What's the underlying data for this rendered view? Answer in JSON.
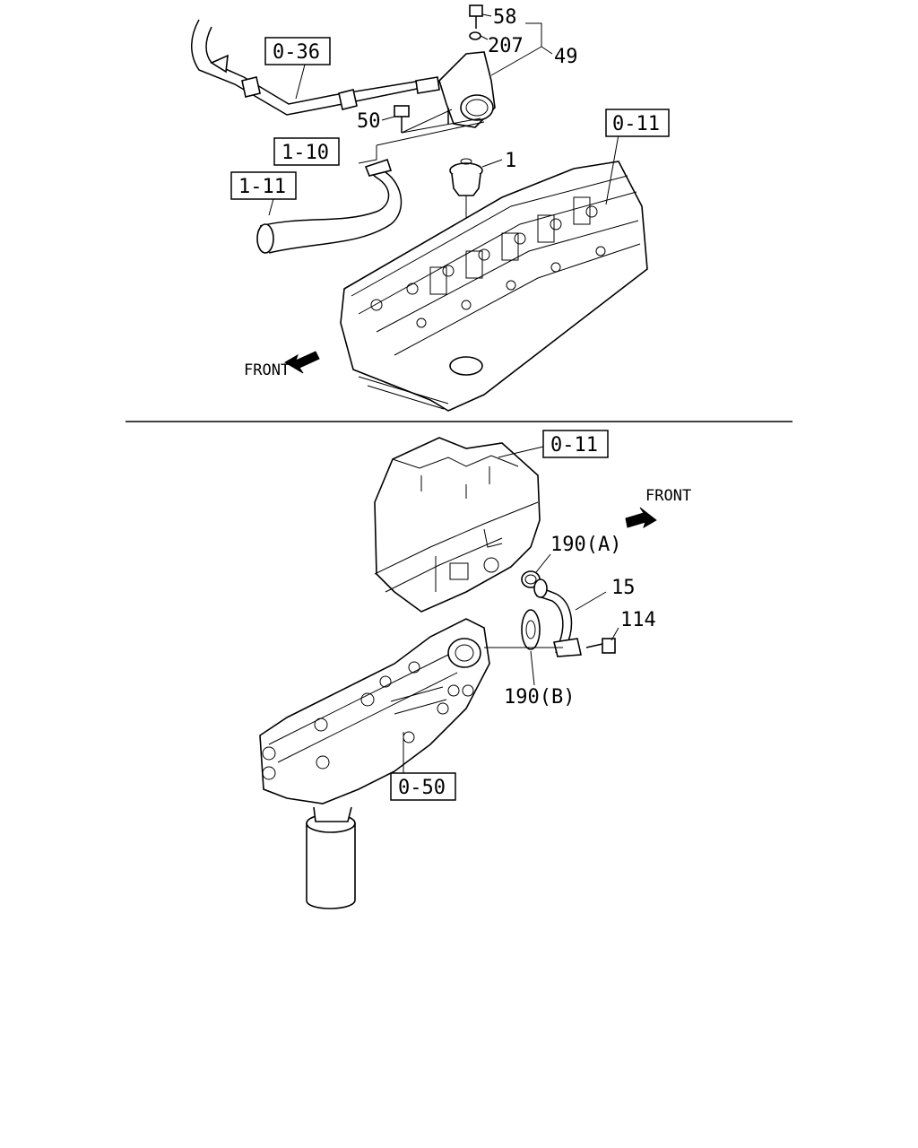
{
  "top_section": {
    "part_numbers": {
      "p58": "58",
      "p207": "207",
      "p49": "49",
      "p50": "50",
      "p1": "1"
    },
    "refs": {
      "r036": "0-36",
      "r110": "1-10",
      "r111": "1-11",
      "r011": "0-11"
    },
    "front_label": "FRONT"
  },
  "bottom_section": {
    "part_numbers": {
      "p190a": "190(A)",
      "p15": "15",
      "p114": "114",
      "p190b": "190(B)"
    },
    "refs": {
      "r011": "0-11",
      "r050": "0-50"
    },
    "front_label": "FRONT"
  }
}
